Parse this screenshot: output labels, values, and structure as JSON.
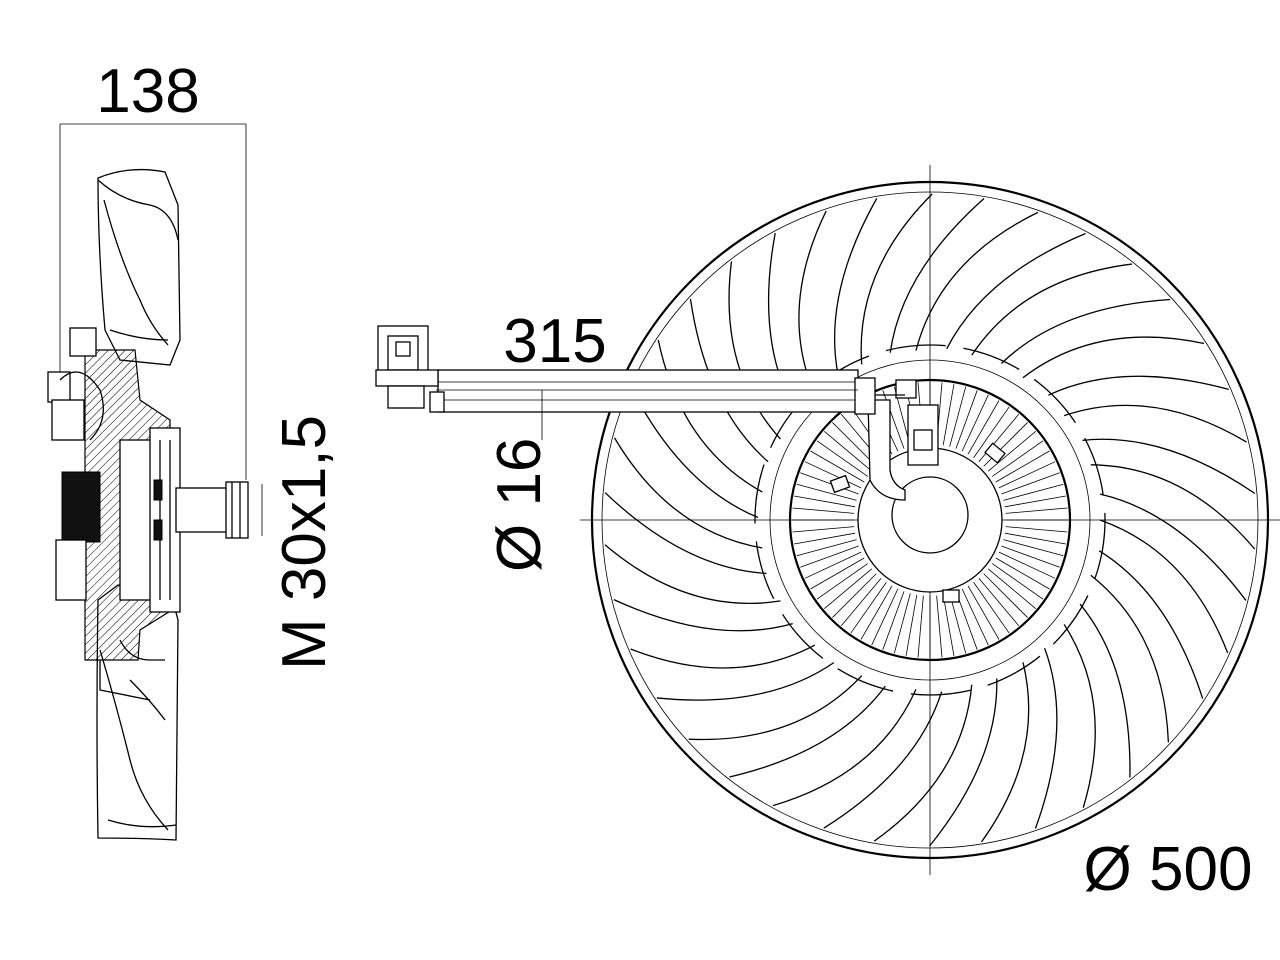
{
  "dimensions": {
    "overall_depth": "138",
    "shaft_thread": "M 30x1,5",
    "cable_length": "315",
    "cable_diameter": "Ø 16",
    "fan_diameter": "Ø 500"
  },
  "fan": {
    "blade_count": 19,
    "fin_count": 72
  }
}
